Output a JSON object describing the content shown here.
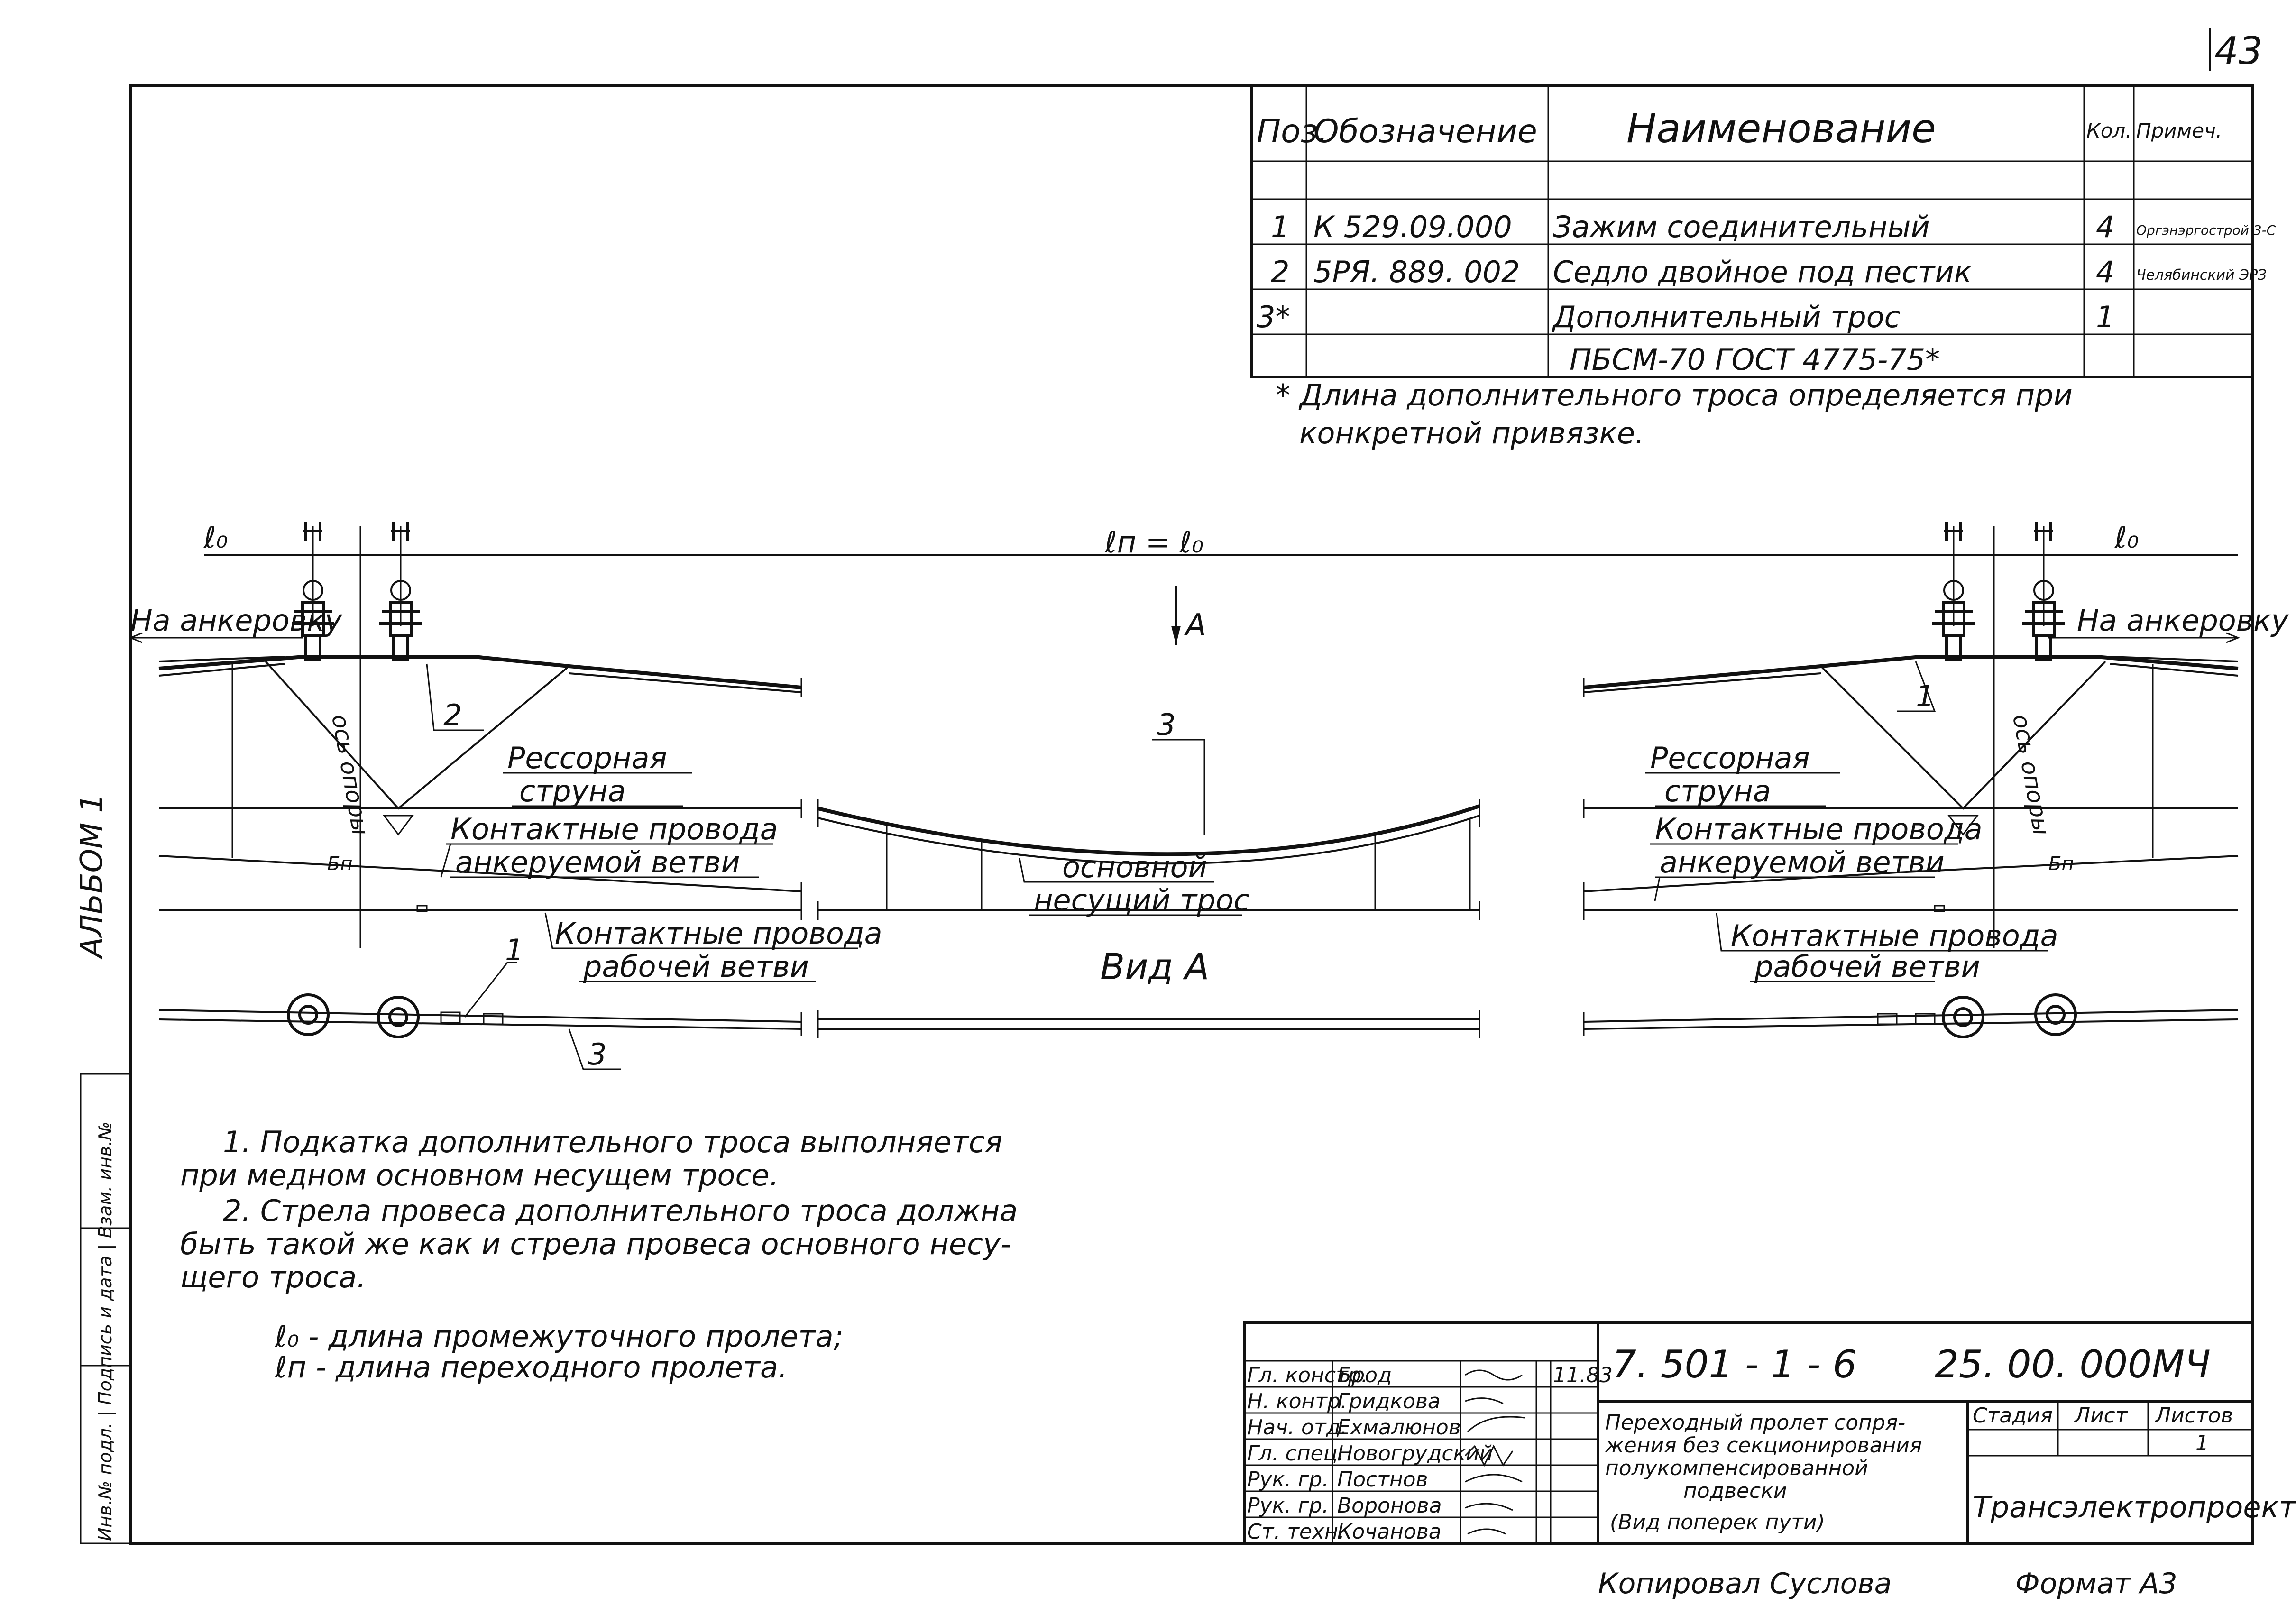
{
  "page_number": "43",
  "album_label": "АЛЬБОМ 1",
  "side_stamp": "Инв.№ подл. | Подпись и дата | Взам. инв.№",
  "spec_table": {
    "headers": [
      "Поз.",
      "Обозначение",
      "Наименование",
      "Кол.",
      "Примеч."
    ],
    "rows": [
      {
        "pos": "1",
        "code": "К 529.09.000",
        "name": "Зажим соединительный",
        "qty": "4",
        "note": "Оргэнэргострой 3-С"
      },
      {
        "pos": "2",
        "code": "5РЯ. 889. 002",
        "name": "Седло двойное под пестик",
        "qty": "4",
        "note": "Челябинский ЭРЗ"
      },
      {
        "pos": "3*",
        "code": "",
        "name": "Дополнительный трос",
        "qty": "1",
        "note": ""
      },
      {
        "pos": "",
        "code": "",
        "name": "ПБСМ-70 ГОСТ 4775-75*",
        "qty": "",
        "note": ""
      }
    ],
    "footnote_line1": "* Длина дополнительного троса определяется при",
    "footnote_line2": "конкретной привязке."
  },
  "labels": {
    "l0_left": "ℓ₀",
    "ln_eq": "ℓп = ℓ₀",
    "l0_right": "ℓ₀",
    "anchor_left": "На анкеровку",
    "anchor_right": "На анкеровку",
    "view_arrow": "А",
    "callout_1": "1",
    "callout_2": "2",
    "callout_3": "3",
    "support_axis": "ось опоры",
    "spring_wire_1": "Рессорная",
    "spring_wire_2": "струна",
    "contact_anchored_1": "Контактные провода",
    "contact_anchored_2": "анкеруемой ветви",
    "main_cable_1": "основной",
    "main_cable_2": "несущий трос",
    "contact_working_1": "Контактные провода",
    "contact_working_2": "рабочей ветви",
    "view_a": "Вид А",
    "fp": "Бп"
  },
  "notes": [
    "1. Подкатка дополнительного троса выполняется",
    "при медном основном несущем тросе.",
    "2. Стрела провеса дополнительного троса должна",
    "быть такой же как и стрела провеса основного несу-",
    "щего троса."
  ],
  "definitions": [
    "ℓ₀ - длина промежуточного пролета;",
    "ℓп - длина переходного пролета."
  ],
  "title_block": {
    "doc_code": "7. 501 - 1 - 6",
    "sheet_code": "25. 00. 000МЧ",
    "date": "11.83",
    "roles": [
      {
        "role": "Гл. констр.",
        "name": "Брод"
      },
      {
        "role": "Н. контр.",
        "name": "Гридкова"
      },
      {
        "role": "Нач. отд.",
        "name": "Ехмалюнов"
      },
      {
        "role": "Гл. спец.",
        "name": "Новогрудский"
      },
      {
        "role": "Рук. гр.",
        "name": "Постнов"
      },
      {
        "role": "Рук. гр.",
        "name": "Воронова"
      },
      {
        "role": "Ст. техн.",
        "name": "Кочанова"
      }
    ],
    "title_lines": [
      "Переходный пролет сопря-",
      "жения без секционирования",
      "полукомпенсированной",
      "подвески",
      "(Вид поперек пути)"
    ],
    "stage_header": "Стадия",
    "sheet_header": "Лист",
    "sheets_header": "Листов",
    "sheets_value": "1",
    "org": "Трансэлектропроект"
  },
  "footer": {
    "copied": "Копировал Суслова",
    "format": "Формат А3"
  }
}
